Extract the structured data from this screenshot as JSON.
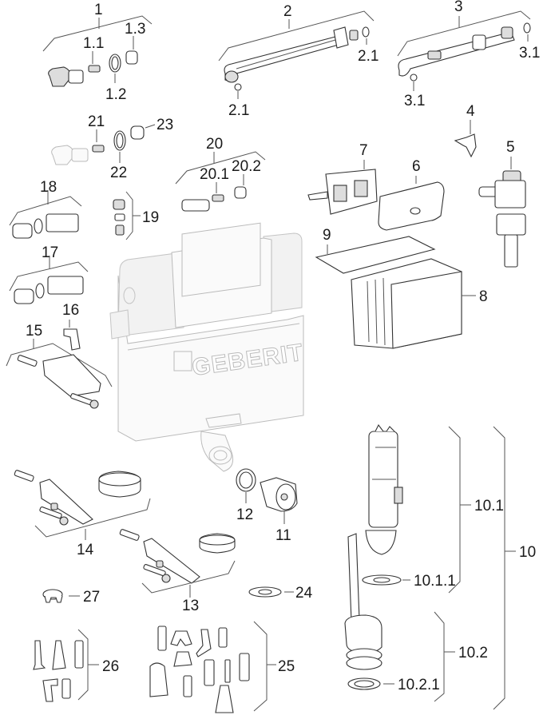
{
  "diagram": {
    "title": "",
    "brand_on_cistern": "GEBERIT",
    "labels": {
      "p1": "1",
      "p1_1": "1.1",
      "p1_2": "1.2",
      "p1_3": "1.3",
      "p2": "2",
      "p2_1a": "2.1",
      "p2_1b": "2.1",
      "p3": "3",
      "p3_1a": "3.1",
      "p3_1b": "3.1",
      "p4": "4",
      "p5": "5",
      "p6": "6",
      "p7": "7",
      "p8": "8",
      "p9": "9",
      "p10": "10",
      "p10_1": "10.1",
      "p10_1_1": "10.1.1",
      "p10_2": "10.2",
      "p10_2_1": "10.2.1",
      "p11": "11",
      "p12": "12",
      "p13": "13",
      "p14": "14",
      "p15": "15",
      "p16": "16",
      "p17": "17",
      "p18": "18",
      "p19": "19",
      "p20": "20",
      "p20_1": "20.1",
      "p20_2": "20.2",
      "p21": "21",
      "p22": "22",
      "p23": "23",
      "p24": "24",
      "p25": "25",
      "p26": "26",
      "p27": "27"
    }
  }
}
